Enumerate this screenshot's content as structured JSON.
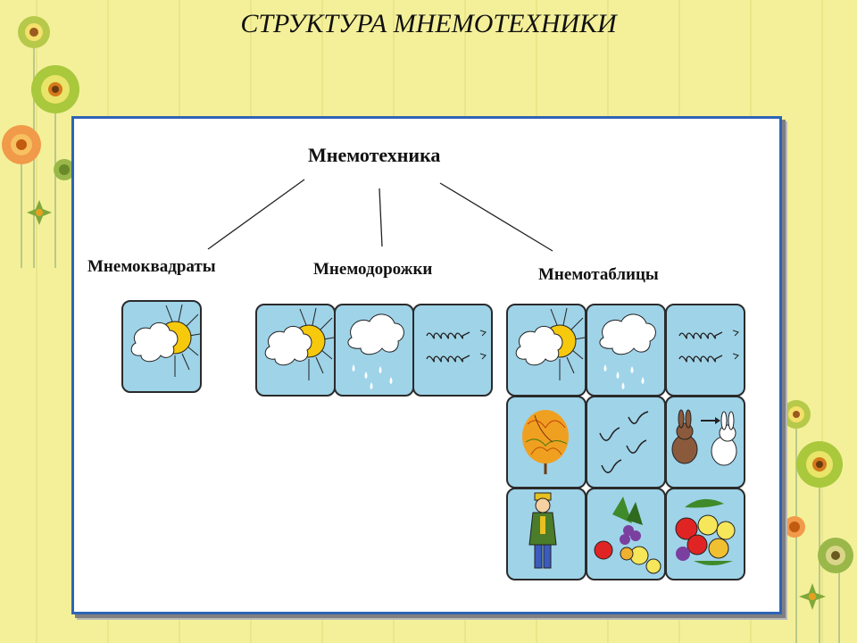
{
  "slide": {
    "title": "СТРУКТУРА МНЕМОТЕХНИКИ"
  },
  "diagram": {
    "root": "Мнемотехника",
    "branches": [
      {
        "label": "Мнемоквадраты",
        "cells": [
          "sun-cloud"
        ]
      },
      {
        "label": "Мнемодорожки",
        "cells": [
          "sun-cloud",
          "rain-cloud",
          "wind"
        ]
      },
      {
        "label": "Мнемотаблицы",
        "cells": [
          "sun-cloud",
          "rain-cloud",
          "wind",
          "autumn-tree",
          "birds",
          "hare-changing",
          "dressed-person",
          "harvest",
          "fruits"
        ]
      }
    ]
  },
  "colors": {
    "background": "#f4f09a",
    "panel_border": "#2f63b5",
    "card_fill": "#9fd3e8",
    "sun": "#f7c90c"
  }
}
